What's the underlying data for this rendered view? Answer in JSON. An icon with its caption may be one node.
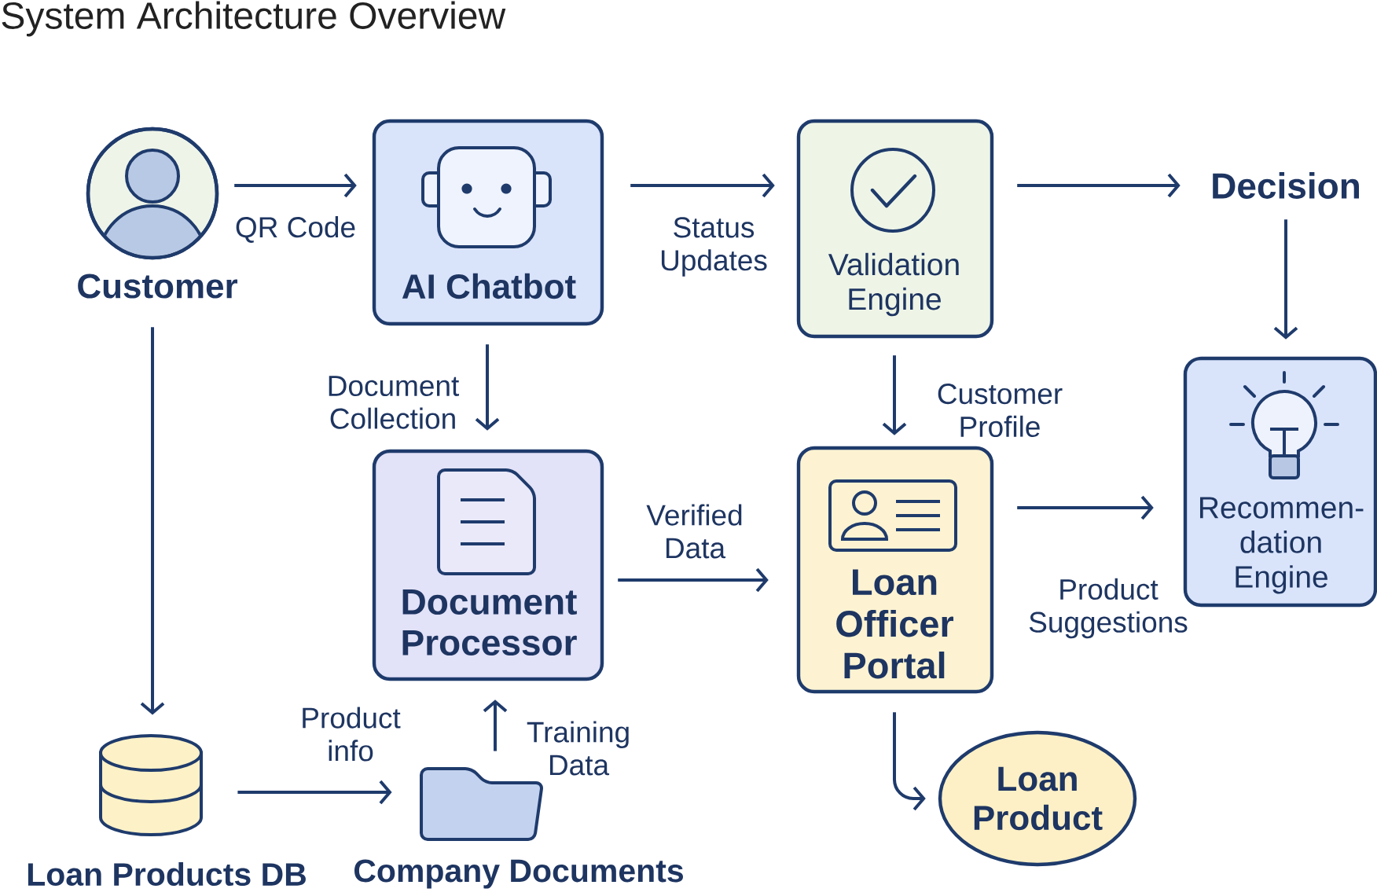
{
  "diagram": {
    "title": "System Architecture Overview",
    "nodes": [
      {
        "text": [
          "Customer"
        ]
      },
      {
        "text": [
          "AI Chatbot"
        ]
      },
      {
        "text": [
          "Validation Engine"
        ]
      },
      {
        "text": [
          "Decision"
        ]
      },
      {
        "text": [
          "Document Processor"
        ]
      },
      {
        "text": [
          "Loan Officer Portal"
        ]
      },
      {
        "text": [
          "Recommen- dation Engine"
        ]
      },
      {
        "text": [
          "Loan Products DB"
        ]
      },
      {
        "text": [
          "Company Documents"
        ]
      },
      {
        "text": [
          "Loan Product"
        ]
      }
    ],
    "edges": [
      {
        "from": 0,
        "to": 1,
        "arrow": "to",
        "label": "QR Code"
      },
      {
        "from": 1,
        "to": 2,
        "arrow": "to",
        "label": "Status Updates"
      },
      {
        "from": 2,
        "to": 3,
        "arrow": "to"
      },
      {
        "from": 3,
        "to": 6,
        "arrow": "to"
      },
      {
        "from": 1,
        "to": 4,
        "arrow": "to",
        "label": "Document Collection"
      },
      {
        "from": 2,
        "to": 5,
        "arrow": "to",
        "label": "Customer Profile"
      },
      {
        "from": 4,
        "to": 5,
        "arrow": "to",
        "label": "Verified Data"
      },
      {
        "from": 5,
        "to": 6,
        "arrow": "to",
        "label": "Product Suggestions"
      },
      {
        "from": 0,
        "to": 7,
        "arrow": "to"
      },
      {
        "from": 7,
        "to": 8,
        "arrow": "to",
        "label": "Product info"
      },
      {
        "from": 8,
        "to": 4,
        "arrow": "to",
        "label": "Training Data"
      },
      {
        "from": 5,
        "to": 9,
        "arrow": "to"
      }
    ]
  }
}
